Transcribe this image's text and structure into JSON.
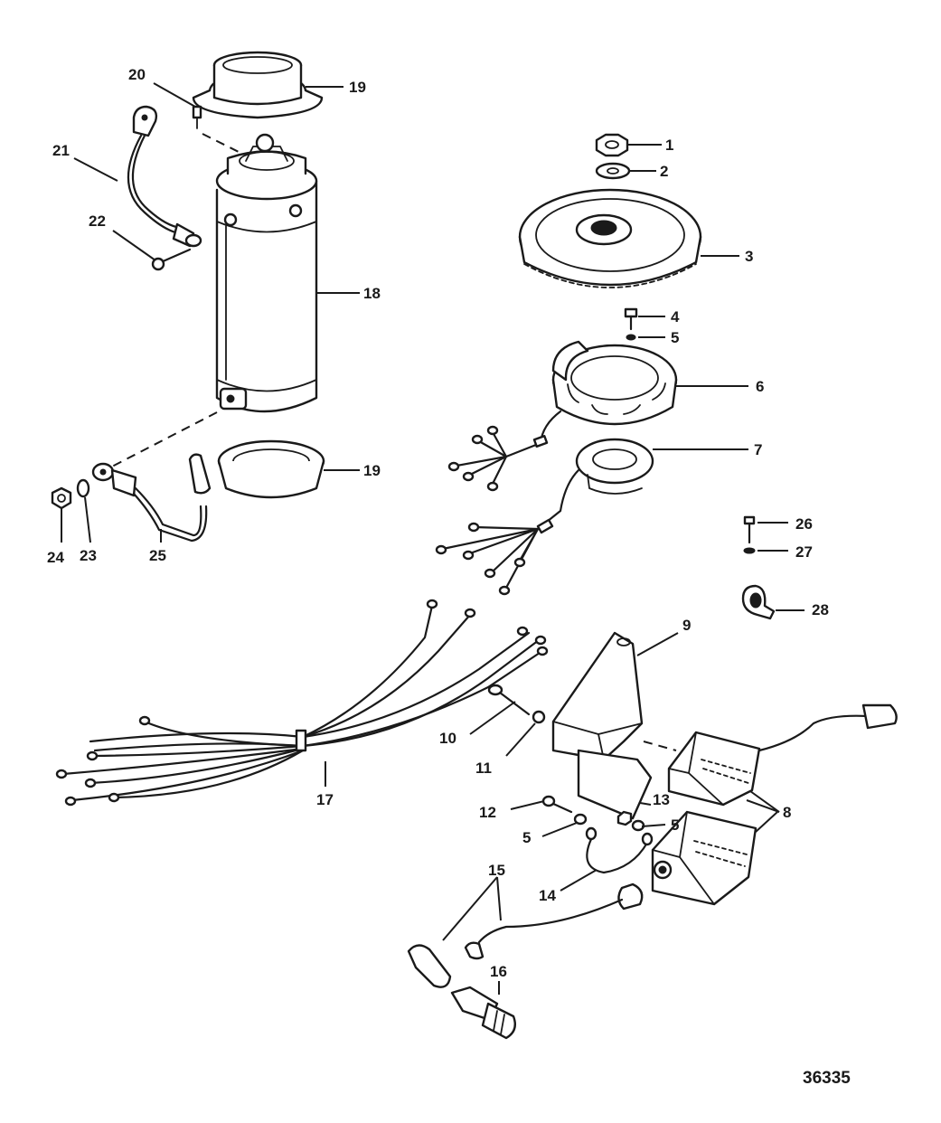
{
  "figure_number": "36335",
  "callouts": {
    "c1": "1",
    "c2": "2",
    "c3": "3",
    "c4": "4",
    "c5a": "5",
    "c5b": "5",
    "c5c": "5",
    "c6": "6",
    "c7": "7",
    "c8": "8",
    "c9": "9",
    "c10": "10",
    "c11": "11",
    "c12": "12",
    "c13": "13",
    "c14": "14",
    "c15": "15",
    "c16": "16",
    "c17": "17",
    "c18": "18",
    "c19a": "19",
    "c19b": "19",
    "c20": "20",
    "c21": "21",
    "c22": "22",
    "c23": "23",
    "c24": "24",
    "c25": "25",
    "c26": "26",
    "c27": "27",
    "c28": "28"
  }
}
